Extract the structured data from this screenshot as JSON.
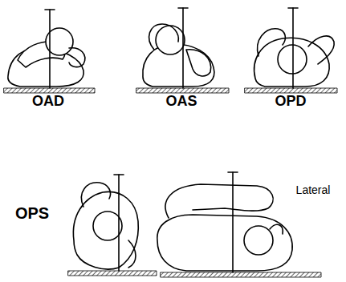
{
  "diagram": {
    "labels": [
      "OAD",
      "OAS",
      "OPD",
      "OPS",
      "Lateral"
    ]
  }
}
